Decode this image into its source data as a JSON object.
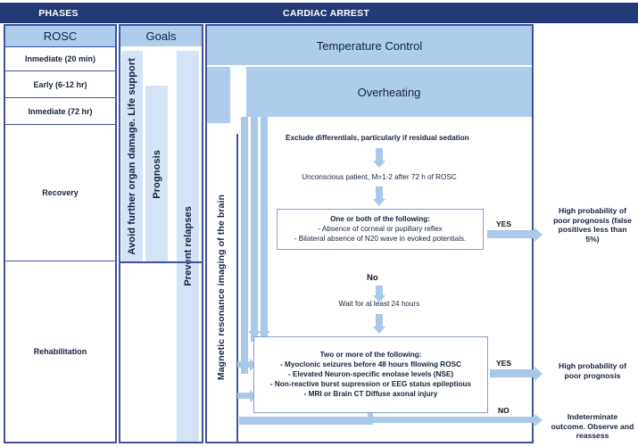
{
  "header": {
    "phases_label": "PHASES",
    "cardiac_label": "CARDIAC ARREST",
    "bar_color": "#243a76"
  },
  "phases_panel": {
    "column_header": "ROSC",
    "rows": [
      "Inmediate (20 min)",
      "Early (6-12 hr)",
      "Inmediate (72 hr)",
      "Recovery",
      "Rehabilitation"
    ]
  },
  "goals_panel": {
    "column_header": "Goals",
    "bars": [
      "Avoid further organ damage. Life support",
      "Prognosis",
      "Prevent relapses"
    ]
  },
  "interventions": {
    "mri_label": "Magnetic resonance imaging of the brain",
    "temperature_band": "Temperature Control",
    "overheating_band": "Overheating"
  },
  "flow": {
    "step1": "Exclude differentials, particularly if residual sedation",
    "step2": "Unconscious patient, M=1-2 after 72 h of ROSC",
    "box1": {
      "title": "One or both of the following:",
      "lines": [
        "- Absence of corneal or pupillary reflex",
        "- Bilateral absence of N20 wave in evoked potentials."
      ]
    },
    "no_label": "No",
    "step3": "Wait for at least 24 hours",
    "box2": {
      "title": "Two or more of the following:",
      "lines": [
        "- Myoclonic seizures before 48 hours fllowing ROSC",
        "- Elevated Neuron-specific enolase levels (NSE)",
        "- Non-reactive burst supression or EEG status epileptious",
        "- MRI or Brain CT Diffuse axonal injury"
      ]
    }
  },
  "outcomes": [
    {
      "branch": "YES",
      "text": "High probability of poor prognosis (false positives less than 5%)"
    },
    {
      "branch": "YES",
      "text": "High probability of poor prognosis"
    },
    {
      "branch": "NO",
      "text": "Indeterminate outcome. Observe and reassess"
    }
  ],
  "colors": {
    "dark_blue": "#243a76",
    "mid_blue": "#3f529b",
    "light_blue": "#aecdec",
    "pale_blue": "#d4e3f5",
    "arrow_blue": "#a9c9e8"
  }
}
